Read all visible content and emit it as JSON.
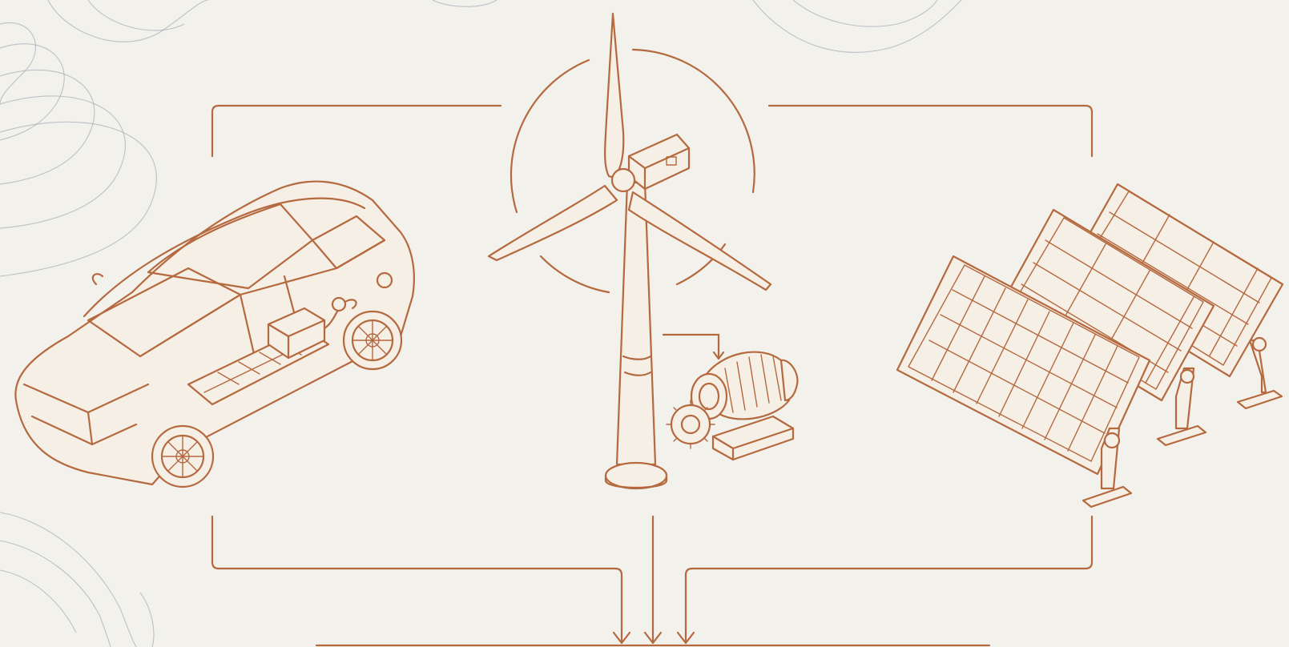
{
  "diagram": {
    "nodes": [
      {
        "id": "electric-vehicle",
        "icon": "electric-car-icon"
      },
      {
        "id": "wind-turbine",
        "icon": "wind-turbine-icon"
      },
      {
        "id": "generator",
        "icon": "generator-icon"
      },
      {
        "id": "solar-array",
        "icon": "solar-panel-icon"
      }
    ],
    "edges": [
      {
        "from": "electric-vehicle",
        "to": "bus"
      },
      {
        "from": "wind-turbine",
        "to": "bus"
      },
      {
        "from": "solar-array",
        "to": "bus"
      },
      {
        "from": "wind-turbine",
        "to": "generator"
      }
    ],
    "colors": {
      "background": "#f2f1ec",
      "line": "#b5693f",
      "fill": "#f6efe6",
      "contour": "#8e9aa6"
    }
  }
}
